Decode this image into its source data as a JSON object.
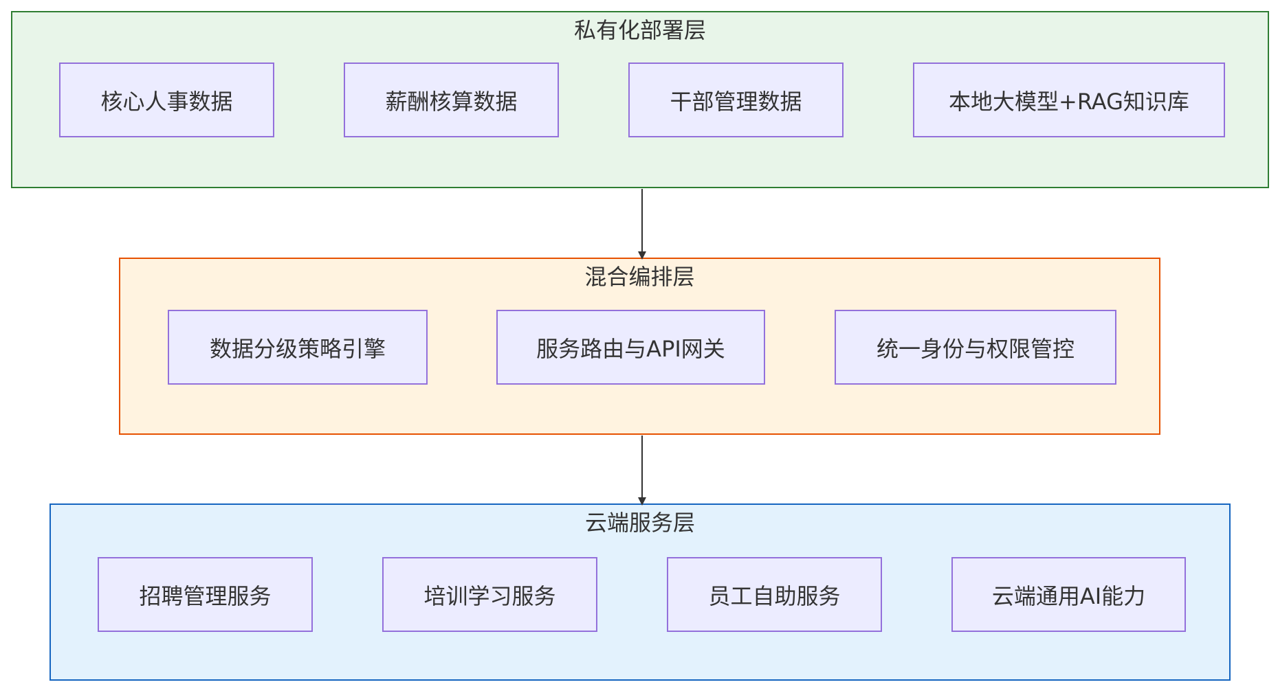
{
  "layers": {
    "private": {
      "title": "私有化部署层",
      "nodes": [
        "核心人事数据",
        "薪酬核算数据",
        "干部管理数据",
        "本地大模型+RAG知识库"
      ],
      "fill": "#e8f5e9",
      "stroke": "#2e7d32"
    },
    "hybrid": {
      "title": "混合编排层",
      "nodes": [
        "数据分级策略引擎",
        "服务路由与API网关",
        "统一身份与权限管控"
      ],
      "fill": "#fff3e0",
      "stroke": "#e65100"
    },
    "cloud": {
      "title": "云端服务层",
      "nodes": [
        "招聘管理服务",
        "培训学习服务",
        "员工自助服务",
        "云端通用AI能力"
      ],
      "fill": "#e3f2fd",
      "stroke": "#1565c0"
    }
  },
  "node_style": {
    "fill": "#ececff",
    "stroke": "#9370db"
  },
  "edges": [
    {
      "from": "私有化部署层",
      "to": "混合编排层"
    },
    {
      "from": "混合编排层",
      "to": "云端服务层"
    }
  ]
}
